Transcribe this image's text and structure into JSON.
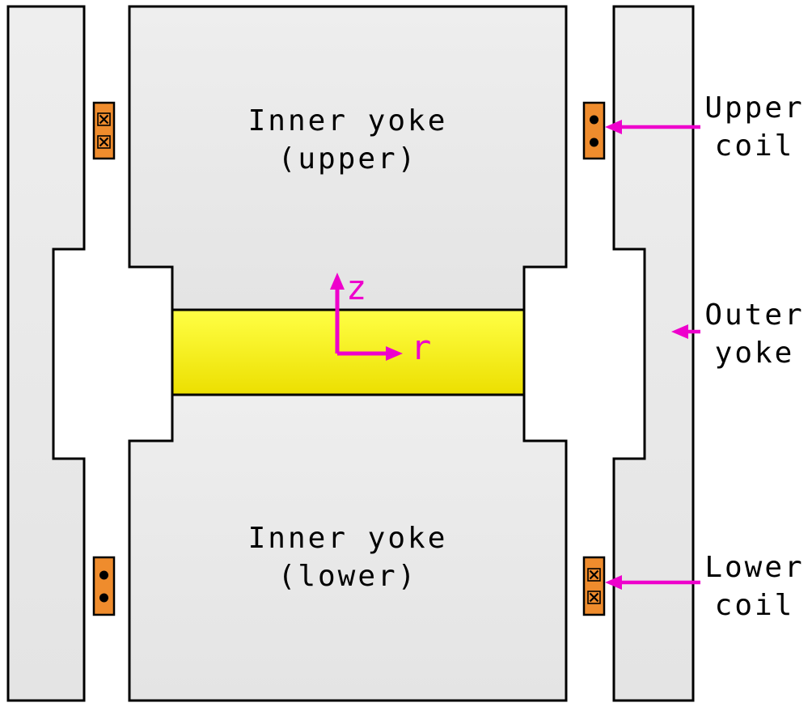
{
  "figure": {
    "kind": "electromagnet cross-section diagram",
    "components": [
      "outer yoke (left)",
      "inner yoke (upper)",
      "inner yoke (lower)",
      "outer yoke (right)",
      "sample gap region",
      "upper coil",
      "lower coil"
    ]
  },
  "labels": {
    "inner_yoke_upper": {
      "line1": "Inner yoke",
      "line2": "(upper)"
    },
    "inner_yoke_lower": {
      "line1": "Inner yoke",
      "line2": "(lower)"
    },
    "upper_coil": {
      "line1": "Upper",
      "line2": "coil"
    },
    "outer_yoke": {
      "line1": "Outer",
      "line2": "yoke"
    },
    "lower_coil": {
      "line1": "Lower",
      "line2": "coil"
    }
  },
  "axes": {
    "vertical": "z",
    "horizontal": "r"
  },
  "coils": {
    "upper_left_section": {
      "symbols": [
        "into_page",
        "into_page"
      ]
    },
    "upper_right_section": {
      "symbols": [
        "out_of_page",
        "out_of_page"
      ]
    },
    "lower_left_section": {
      "symbols": [
        "out_of_page",
        "out_of_page"
      ]
    },
    "lower_right_section": {
      "symbols": [
        "into_page",
        "into_page"
      ]
    }
  },
  "symbols": {
    "current_into_page": "×",
    "current_out_of_page": "•"
  },
  "colors": {
    "background": "#ffffff",
    "yoke_fill": "#e9e9e9",
    "outline": "#000000",
    "sample_yellow": "#f5ec00",
    "coil_orange": "#ef8c2d",
    "annotation_magenta": "#ee00cc"
  }
}
